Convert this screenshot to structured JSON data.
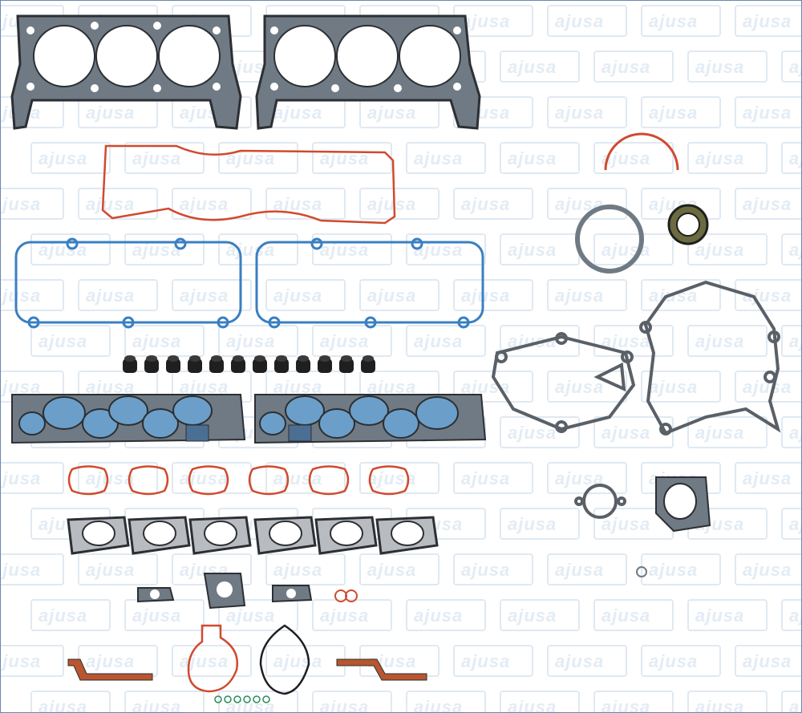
{
  "watermark": {
    "text": "ajusa"
  },
  "colors": {
    "steel_fill": "#6f7a84",
    "steel_dark": "#2c2f33",
    "rubber_red": "#d04a2e",
    "valve_cover_blue": "#3a7fc2",
    "intake_blue": "#6b9fc9",
    "exhaust_fill": "#b8bcc0",
    "seal_black": "#1f1f1f",
    "watermark": "#dfe9f2"
  },
  "parts": [
    {
      "name": "cylinder-head-gasket-left"
    },
    {
      "name": "cylinder-head-gasket-right"
    },
    {
      "name": "plenum-gasket"
    },
    {
      "name": "valve-cover-gasket-left"
    },
    {
      "name": "valve-cover-gasket-right"
    },
    {
      "name": "valve-stem-seals"
    },
    {
      "name": "intake-manifold-gasket-left"
    },
    {
      "name": "intake-manifold-gasket-right"
    },
    {
      "name": "intake-port-o-rings"
    },
    {
      "name": "exhaust-manifold-gaskets"
    },
    {
      "name": "rear-main-seal-half"
    },
    {
      "name": "rear-main-seal-ring"
    },
    {
      "name": "crankshaft-seal"
    },
    {
      "name": "water-pump-gasket"
    },
    {
      "name": "timing-cover-gasket"
    },
    {
      "name": "thermostat-gasket"
    },
    {
      "name": "throttle-body-gasket"
    },
    {
      "name": "small-o-ring"
    },
    {
      "name": "egr-gaskets"
    },
    {
      "name": "oil-pump-gasket"
    },
    {
      "name": "oil-pickup-gasket"
    },
    {
      "name": "end-seals"
    },
    {
      "name": "small-o-rings-row"
    }
  ]
}
